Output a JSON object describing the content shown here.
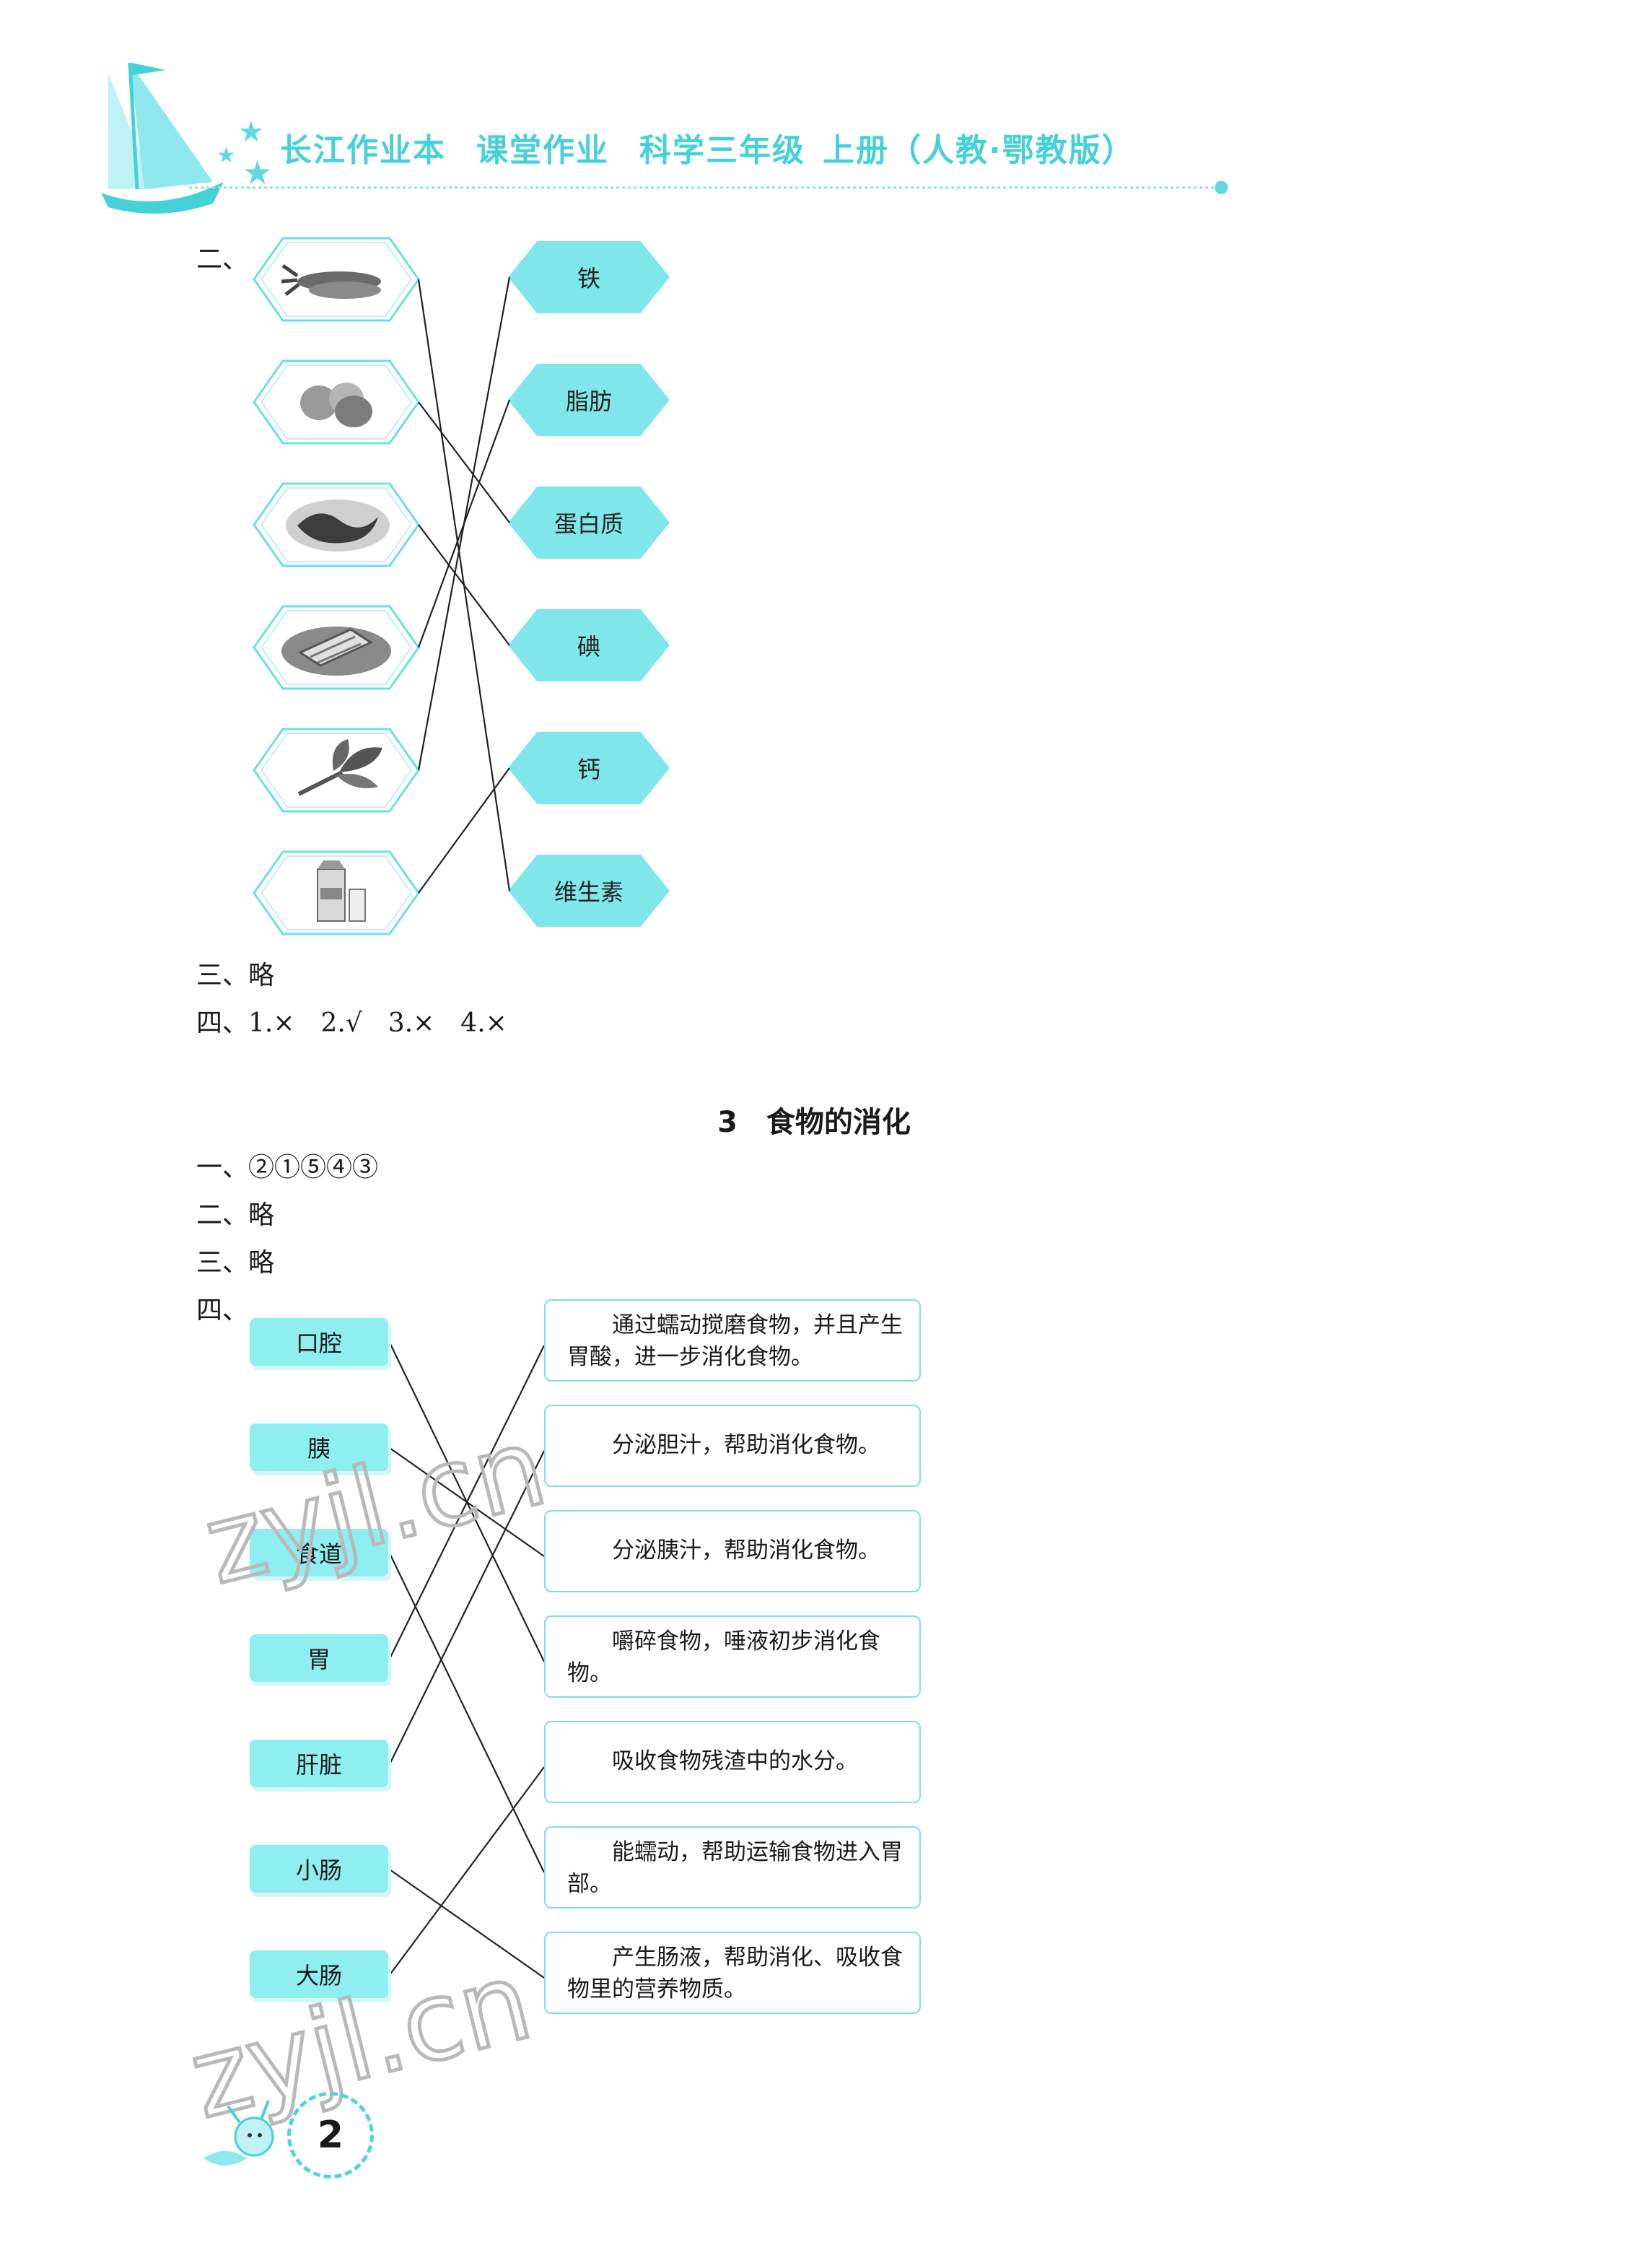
{
  "header": {
    "series": "长江作业本",
    "type": "课堂作业",
    "subject": "科学三年级",
    "volume": "上册（人教·鄂教版）"
  },
  "part2": {
    "label": "二、",
    "foods": [
      "carrot-image",
      "eggs-image",
      "kelp-image",
      "meat-image",
      "greens-image",
      "milk-image"
    ],
    "nutrients": [
      "铁",
      "脂肪",
      "蛋白质",
      "碘",
      "钙",
      "维生素"
    ]
  },
  "part3": {
    "text": "三、略"
  },
  "part4": {
    "text": "四、1.×　2.√　3.×　4.×"
  },
  "section3": {
    "title": "3　食物的消化",
    "q1": "一、②①⑤④③",
    "q2": "二、略",
    "q3": "三、略",
    "q4_label": "四、",
    "organs": [
      "口腔",
      "胰",
      "食道",
      "胃",
      "肝脏",
      "小肠",
      "大肠"
    ],
    "functions": [
      "通过蠕动搅磨食物，并且产生胃酸，进一步消化食物。",
      "分泌胆汁，帮助消化食物。",
      "分泌胰汁，帮助消化食物。",
      "嚼碎食物，唾液初步消化食物。",
      "吸收食物残渣中的水分。",
      "能蠕动，帮助运输食物进入胃部。",
      "产生肠液，帮助消化、吸收食物里的营养物质。"
    ]
  },
  "watermark": "zyjl.cn",
  "page_number": "2"
}
